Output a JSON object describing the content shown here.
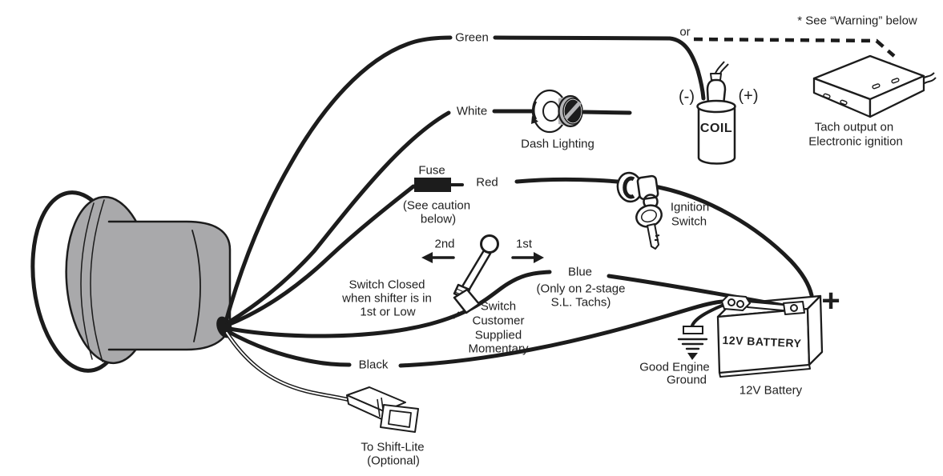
{
  "colors": {
    "line": "#1c1c1c",
    "gauge_gray": "#a9a9ab",
    "accent_gray": "#b4b4b6",
    "background": "#ffffff"
  },
  "wires": {
    "green": {
      "label": "Green"
    },
    "white": {
      "label": "White"
    },
    "red": {
      "label": "Red"
    },
    "blue": {
      "label": "Blue",
      "note1": "(Only on 2-stage",
      "note2": "S.L. Tachs)"
    },
    "black": {
      "label": "Black"
    }
  },
  "coil": {
    "label": "COIL",
    "negative": "(-)",
    "positive": "(+)",
    "or_label": "or"
  },
  "electronic_ignition": {
    "warning": "* See “Warning” below",
    "caption1": "Tach output on",
    "caption2": "Electronic ignition"
  },
  "dash_lighting": {
    "label": "Dash Lighting"
  },
  "fuse": {
    "label": "Fuse",
    "caution1": "(See caution",
    "caution2": "below)"
  },
  "ignition_switch": {
    "label1": "Ignition",
    "label2": "Switch"
  },
  "shift_switch": {
    "gear_second": "2nd",
    "gear_first": "1st",
    "closed_note1": "Switch Closed",
    "closed_note2": "when shifter is in",
    "closed_note3": "1st or Low",
    "label1": "Switch",
    "label2": "Customer",
    "label3": "Supplied",
    "label4": "Momentary"
  },
  "battery": {
    "face_label": "12V BATTERY",
    "caption": "12V Battery",
    "positive_symbol": "+"
  },
  "ground": {
    "label1": "Good Engine",
    "label2": "Ground"
  },
  "shift_lite": {
    "label1": "To Shift-Lite",
    "label2": "(Optional)"
  }
}
